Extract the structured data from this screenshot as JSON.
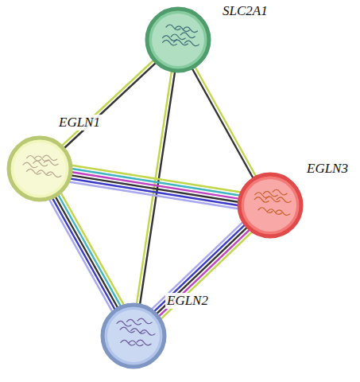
{
  "diagram": {
    "nodes": [
      {
        "text": [
          "SLC2A1"
        ]
      },
      {
        "text": [
          "EGLN1"
        ]
      },
      {
        "text": [
          "EGLN3"
        ]
      },
      {
        "text": [
          "EGLN2"
        ]
      }
    ],
    "edges": [
      {
        "from": 0,
        "to": 1,
        "arrow": "none"
      },
      {
        "from": 0,
        "to": 1,
        "arrow": "none"
      },
      {
        "from": 0,
        "to": 2,
        "arrow": "none"
      },
      {
        "from": 0,
        "to": 2,
        "arrow": "none"
      },
      {
        "from": 0,
        "to": 3,
        "arrow": "none"
      },
      {
        "from": 0,
        "to": 3,
        "arrow": "none"
      },
      {
        "from": 1,
        "to": 2,
        "arrow": "none"
      },
      {
        "from": 1,
        "to": 2,
        "arrow": "none"
      },
      {
        "from": 1,
        "to": 2,
        "arrow": "none"
      },
      {
        "from": 1,
        "to": 2,
        "arrow": "none"
      },
      {
        "from": 1,
        "to": 2,
        "arrow": "none"
      },
      {
        "from": 1,
        "to": 2,
        "arrow": "none"
      },
      {
        "from": 1,
        "to": 3,
        "arrow": "none"
      },
      {
        "from": 1,
        "to": 3,
        "arrow": "none"
      },
      {
        "from": 1,
        "to": 3,
        "arrow": "none"
      },
      {
        "from": 1,
        "to": 3,
        "arrow": "none"
      },
      {
        "from": 1,
        "to": 3,
        "arrow": "none"
      },
      {
        "from": 2,
        "to": 3,
        "arrow": "none"
      },
      {
        "from": 2,
        "to": 3,
        "arrow": "none"
      },
      {
        "from": 2,
        "to": 3,
        "arrow": "none"
      },
      {
        "from": 2,
        "to": 3,
        "arrow": "none"
      },
      {
        "from": 2,
        "to": 3,
        "arrow": "none"
      }
    ]
  }
}
